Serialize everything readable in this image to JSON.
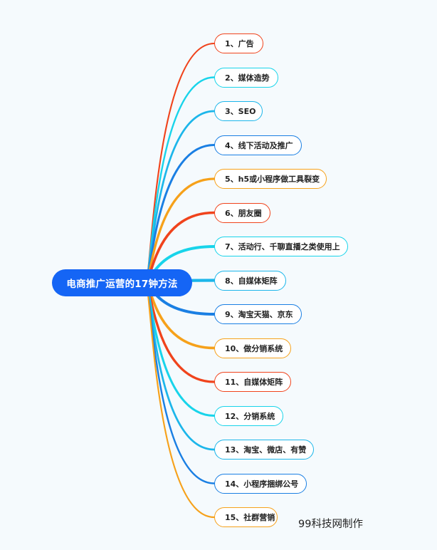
{
  "root": {
    "label": "电商推广运营的17钟方法"
  },
  "branches": [
    {
      "label": "1、广告",
      "color": "#f0431c"
    },
    {
      "label": "2、媒体造势",
      "color": "#18d4ea"
    },
    {
      "label": "3、SEO",
      "color": "#1cb6ea"
    },
    {
      "label": "4、线下活动及推广",
      "color": "#1a7fe3"
    },
    {
      "label": "5、h5或小程序做工具裂变",
      "color": "#f6a11a"
    },
    {
      "label": "6、朋友圈",
      "color": "#f0431c"
    },
    {
      "label": "7、活动行、千聊直播之类使用上",
      "color": "#18d4ea"
    },
    {
      "label": "8、自媒体矩阵",
      "color": "#1cb6ea"
    },
    {
      "label": "9、淘宝天猫、京东",
      "color": "#1a7fe3"
    },
    {
      "label": "10、做分销系统",
      "color": "#f6a11a"
    },
    {
      "label": "11、自媒体矩阵",
      "color": "#f0431c"
    },
    {
      "label": "12、分销系统",
      "color": "#18d4ea"
    },
    {
      "label": "13、淘宝、微店、有赞",
      "color": "#1cb6ea"
    },
    {
      "label": "14、小程序捆绑公号",
      "color": "#1a7fe3"
    },
    {
      "label": "15、社群营销",
      "color": "#f6a11a"
    }
  ],
  "credit": "99科技网制作"
}
